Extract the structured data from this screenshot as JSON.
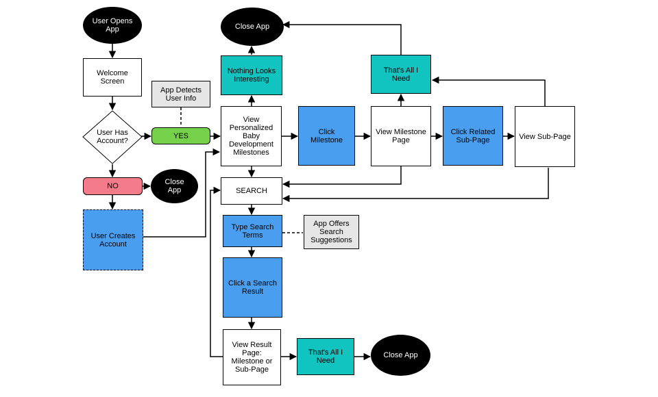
{
  "nodes": {
    "user_opens_app": "User Opens\nApp",
    "welcome_screen": "Welcome\nScreen",
    "user_has_account": "User Has\nAccount?",
    "yes": "YES",
    "no": "NO",
    "close_app_left": "Close\nApp",
    "user_creates_account": "User Creates\nAccount",
    "app_detects_user_info": "App Detects\nUser Info",
    "view_personalized": "View\nPersonalized\nBaby\nDevelopment\nMilestones",
    "nothing_looks_interesting": "Nothing Looks\nInteresting",
    "close_app_top": "Close App",
    "click_milestone": "Click\nMilestone",
    "view_milestone_page": "View Milestone\nPage",
    "thats_all_top": "That's All I\nNeed",
    "click_related_sub_page": "Click Related\nSub-Page",
    "view_sub_page": "View Sub-Page",
    "search": "SEARCH",
    "type_search_terms": "Type Search\nTerms",
    "app_offers_search_suggestions": "App Offers\nSearch\nSuggestions",
    "click_a_search_result": "Click a Search\nResult",
    "view_result_page": "View Result\nPage:\nMilestone or\nSub-Page",
    "thats_all_bottom": "That's All I\nNeed",
    "close_app_bottom": "Close App"
  },
  "colors": {
    "process_blue": "#4a9ef0",
    "exit_teal": "#12c4c0",
    "yes_green": "#76d14a",
    "no_pink": "#f37b8a",
    "note_gray": "#e6e6e6",
    "terminal_black": "#000000"
  }
}
